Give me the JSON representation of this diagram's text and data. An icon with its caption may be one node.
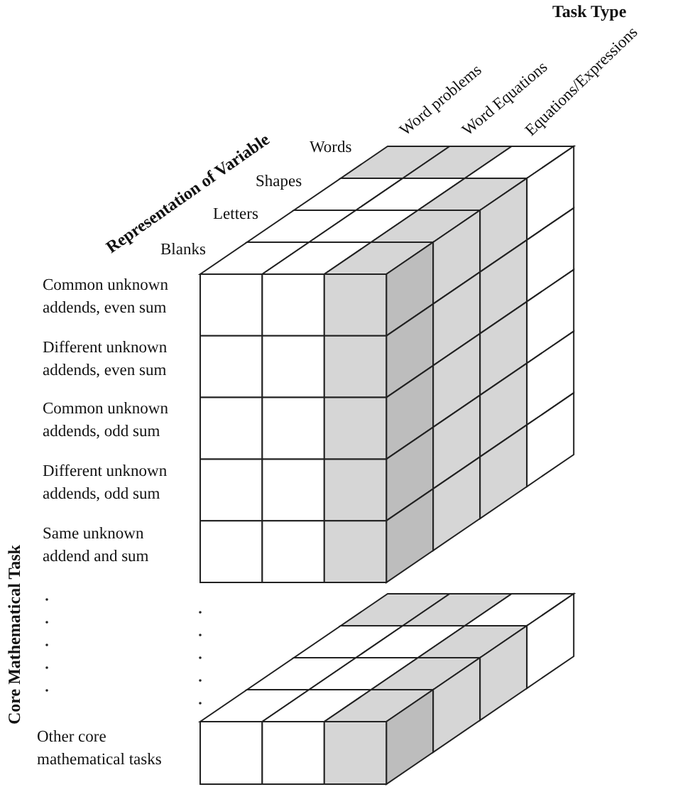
{
  "diagram": {
    "labels": [
      "Task Type",
      "Word problems",
      "Word Equations",
      "Equations/Expressions",
      "Representation of Variable",
      "Words",
      "Shapes",
      "Letters",
      "Blanks",
      "Common unknown addends, even sum",
      "Different unknown addends, even sum",
      "Common unknown addends, odd sum",
      "Different unknown addends, odd sum",
      "Same unknown addend and sum",
      "Other core mathematical tasks",
      "Core Mathematical Task"
    ]
  }
}
